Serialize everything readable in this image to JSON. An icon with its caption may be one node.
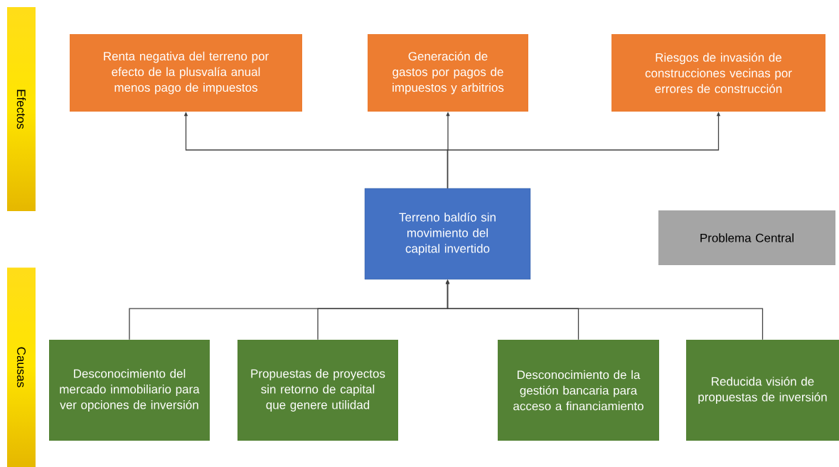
{
  "diagram": {
    "nodes": [
      {
        "text": [
          "Efectos"
        ]
      },
      {
        "text": [
          "Renta negativa del terreno por efecto de la plusvalía anual menos pago de impuestos"
        ]
      },
      {
        "text": [
          "Generación de gastos por pagos de impuestos y arbitrios"
        ]
      },
      {
        "text": [
          "Riesgos de invasión de construcciones vecinas por errores de construcción"
        ]
      },
      {
        "text": [
          "Terreno baldío sin movimiento del capital invertido"
        ]
      },
      {
        "text": [
          "Problema Central"
        ]
      },
      {
        "text": [
          "Causas"
        ]
      },
      {
        "text": [
          "Desconocimiento del mercado inmobiliario para ver opciones de inversión"
        ]
      },
      {
        "text": [
          "Propuestas de proyectos sin retorno de capital que genere utilidad"
        ]
      },
      {
        "text": [
          "Desconocimiento de la gestión bancaria para acceso a financiamiento"
        ]
      },
      {
        "text": [
          "Reducida visión de propuestas de inversión"
        ]
      }
    ],
    "edges": [
      {
        "from": 4,
        "to": 1,
        "arrow": "to"
      },
      {
        "from": 4,
        "to": 2,
        "arrow": "to"
      },
      {
        "from": 4,
        "to": 3,
        "arrow": "to"
      },
      {
        "from": 7,
        "to": 4,
        "arrow": "to"
      },
      {
        "from": 8,
        "to": 4,
        "arrow": "to"
      },
      {
        "from": 9,
        "to": 4,
        "arrow": "to"
      },
      {
        "from": 10,
        "to": 4,
        "arrow": "to"
      }
    ]
  }
}
